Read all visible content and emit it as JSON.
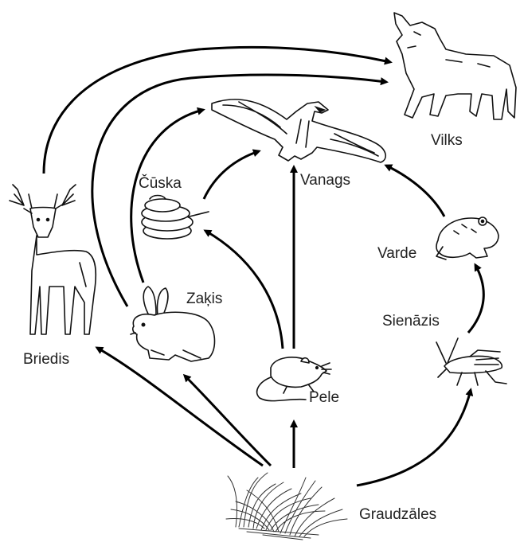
{
  "diagram": {
    "nodes": [
      {
        "id": "vilks",
        "label": "Vilks",
        "icon": "wolf-icon"
      },
      {
        "id": "vanags",
        "label": "Vanags",
        "icon": "hawk-icon"
      },
      {
        "id": "cuska",
        "label": "Čūska",
        "icon": "snake-icon"
      },
      {
        "id": "briedis",
        "label": "Briedis",
        "icon": "deer-icon"
      },
      {
        "id": "zakis",
        "label": "Zaķis",
        "icon": "hare-icon"
      },
      {
        "id": "pele",
        "label": "Pele",
        "icon": "mouse-icon"
      },
      {
        "id": "varde",
        "label": "Varde",
        "icon": "frog-icon"
      },
      {
        "id": "sienazis",
        "label": "Sienāzis",
        "icon": "grasshopper-icon"
      },
      {
        "id": "graudzales",
        "label": "Graudzāles",
        "icon": "grass-icon"
      }
    ],
    "edges": [
      {
        "from": "graudzales",
        "to": "briedis"
      },
      {
        "from": "graudzales",
        "to": "zakis"
      },
      {
        "from": "graudzales",
        "to": "pele"
      },
      {
        "from": "graudzales",
        "to": "sienazis"
      },
      {
        "from": "pele",
        "to": "vanags"
      },
      {
        "from": "pele",
        "to": "cuska"
      },
      {
        "from": "cuska",
        "to": "vanags"
      },
      {
        "from": "sienazis",
        "to": "varde"
      },
      {
        "from": "varde",
        "to": "vanags"
      },
      {
        "from": "zakis",
        "to": "vanags"
      },
      {
        "from": "zakis",
        "to": "vilks"
      },
      {
        "from": "briedis",
        "to": "vilks"
      }
    ]
  }
}
